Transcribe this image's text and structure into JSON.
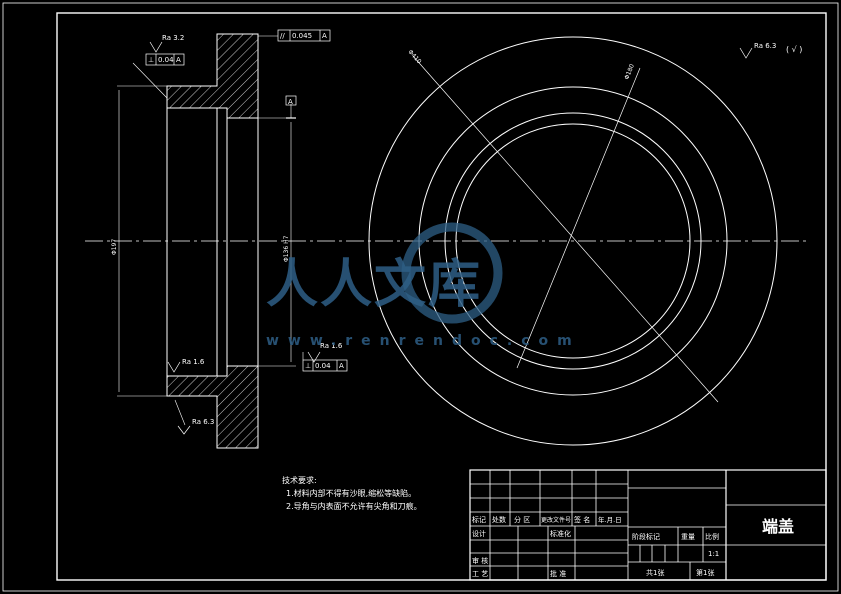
{
  "part_name": "端盖",
  "tech_notes": {
    "heading": "技术要求:",
    "items": [
      "1.材料内部不得有沙眼,缩松等缺陷。",
      "2.导角与内表面不允许有尖角和刀痕。"
    ]
  },
  "annotations": {
    "ra_top_left": "Ra 3.2",
    "tol_perp_sym": "⊥",
    "tol_perp_val": "0.04",
    "tol_perp_ref": "A",
    "tol_flat_sym": "//",
    "tol_flat_val": "0.045",
    "tol_flat_ref": "A",
    "datum_letter": "A",
    "ra_left_lower": "Ra 1.6",
    "ra_right_lower": "Ra 1.6",
    "ra_bottom": "Ra 6.3",
    "tol_bottom_sym": "⊥",
    "tol_bottom_val": "0.04",
    "tol_bottom_ref": "A",
    "ra_general": "Ra 6.3",
    "ra_general_suffix": "( √ )",
    "dim_left_dia": "Φ197",
    "dim_mid_dia": "Φ136 H7",
    "dim_outer_dia": "Φ410",
    "dim_pcd": "Φ180"
  },
  "title_block": {
    "r1": [
      "标记",
      "处数",
      "分 区",
      "更改文件号",
      "签 名",
      "年.月.日"
    ],
    "design": "设计",
    "standardization": "标准化",
    "review": "审 核",
    "process": "工 艺",
    "approve": "批 准",
    "stage_mark": "阶段标记",
    "weight": "重量",
    "scale_label": "比例",
    "scale_value": "1:1",
    "sheets_total": "共1张",
    "sheet_no": "第1张"
  },
  "watermark": {
    "text": "人人文库",
    "url": "www.renrendoc.com"
  }
}
